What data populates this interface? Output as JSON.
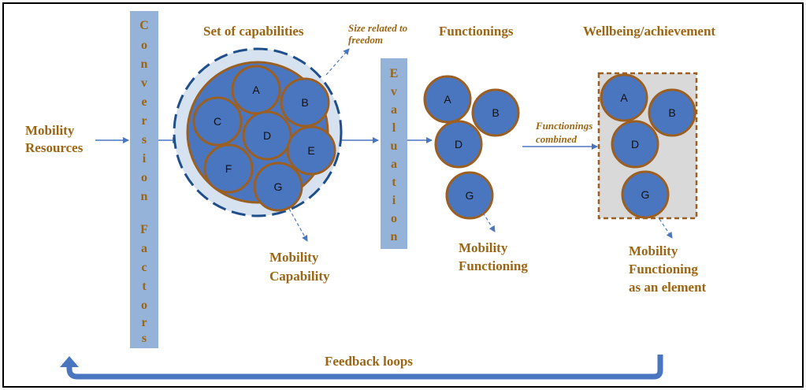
{
  "colors": {
    "circle_fill": "#4a76c0",
    "circle_stroke": "#9c5f22",
    "bar_fill": "#95b2d8",
    "label_text": "#9c6514",
    "arrow": "#4a76c0",
    "halo": "#d6e2f0",
    "box_fill": "#d9d9d9"
  },
  "labels": {
    "mobility_resources_line1": "Mobility",
    "mobility_resources_line2": "Resources",
    "set_of_capabilities": "Set of capabilities",
    "size_note_line1": "Size related to",
    "size_note_line2": "freedom",
    "functionings": "Functionings",
    "wellbeing": "Wellbeing/achievement",
    "functionings_combined_line1": "Functionings",
    "functionings_combined_line2": "combined",
    "mobility_capability_line1": "Mobility",
    "mobility_capability_line2": "Capability",
    "mobility_functioning_line1": "Mobility",
    "mobility_functioning_line2": "Functioning",
    "mobility_functioning_element_line1": "Mobility",
    "mobility_functioning_element_line2": "Functioning",
    "mobility_functioning_element_line3": "as an element",
    "feedback_loops": "Feedback loops"
  },
  "conversion_letters": [
    "C",
    "o",
    "n",
    "v",
    "e",
    "r",
    "s",
    "i",
    "o",
    "n",
    "F",
    "a",
    "c",
    "t",
    "o",
    "r",
    "s"
  ],
  "evaluation_letters": [
    "E",
    "v",
    "a",
    "l",
    "u",
    "a",
    "t",
    "i",
    "o",
    "n"
  ],
  "capability_circles": [
    "A",
    "B",
    "C",
    "D",
    "E",
    "F",
    "G"
  ],
  "functioning_circles": [
    "A",
    "B",
    "D",
    "G"
  ],
  "wellbeing_circles": [
    "A",
    "B",
    "D",
    "G"
  ]
}
